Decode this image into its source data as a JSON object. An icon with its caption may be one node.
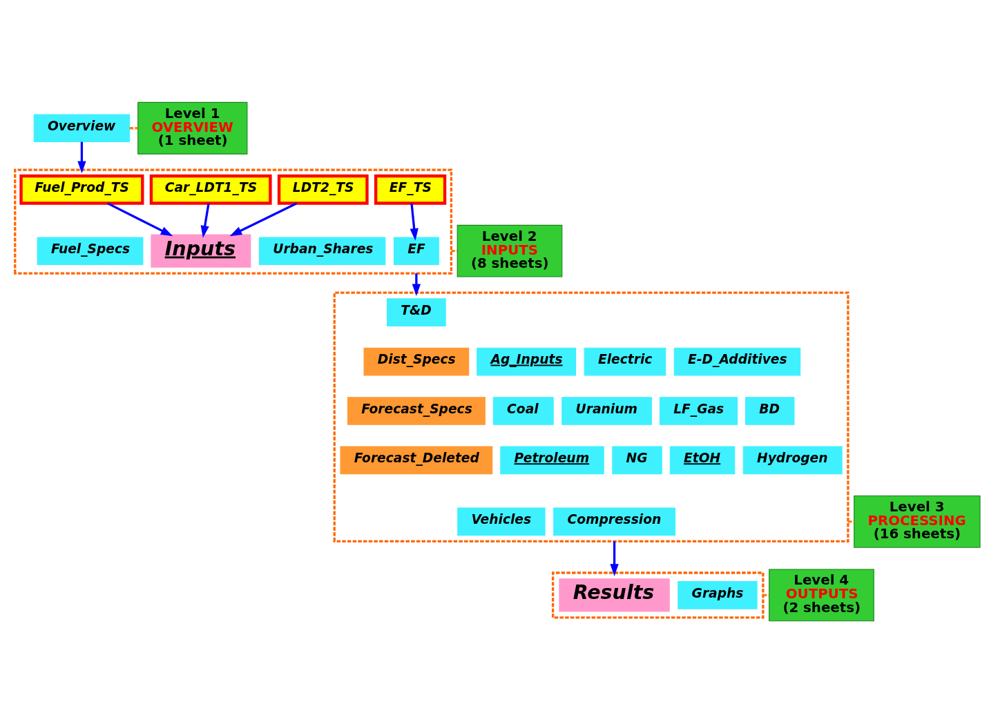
{
  "diagram": {
    "nodes": [
      {
        "text": [
          "Overview"
        ]
      },
      {
        "text": [
          "Level 1",
          "OVERVIEW",
          "(1 sheet)"
        ]
      },
      {
        "text": [],
        "shape": "box"
      },
      {
        "text": [
          "Fuel_Prod_TS"
        ],
        "in": 2
      },
      {
        "text": [
          "Car_LDT1_TS"
        ],
        "in": 2
      },
      {
        "text": [
          "LDT2_TS"
        ],
        "in": 2
      },
      {
        "text": [
          "EF_TS"
        ],
        "in": 2
      },
      {
        "text": [
          "Fuel_Specs"
        ],
        "in": 2
      },
      {
        "text": [
          "Inputs"
        ],
        "in": 2
      },
      {
        "text": [
          "Urban_Shares"
        ],
        "in": 2
      },
      {
        "text": [
          "EF"
        ],
        "in": 2
      },
      {
        "text": [
          "Level 2",
          "INPUTS",
          "(8 sheets)"
        ]
      },
      {
        "text": [],
        "shape": "box"
      },
      {
        "text": [
          "T&D"
        ],
        "in": 12
      },
      {
        "text": [
          "Dist_Specs"
        ],
        "in": 12
      },
      {
        "text": [
          "Ag_Inputs"
        ],
        "in": 12
      },
      {
        "text": [
          "Electric"
        ],
        "in": 12
      },
      {
        "text": [
          "E-D_Additives"
        ],
        "in": 12
      },
      {
        "text": [
          "Forecast_Specs"
        ],
        "in": 12
      },
      {
        "text": [
          "Coal"
        ],
        "in": 12
      },
      {
        "text": [
          "Uranium"
        ],
        "in": 12
      },
      {
        "text": [
          "LF_Gas"
        ],
        "in": 12
      },
      {
        "text": [
          "BD"
        ],
        "in": 12
      },
      {
        "text": [
          "Forecast_Deleted"
        ],
        "in": 12
      },
      {
        "text": [
          "Petroleum"
        ],
        "in": 12
      },
      {
        "text": [
          "NG"
        ],
        "in": 12
      },
      {
        "text": [
          "EtOH"
        ],
        "in": 12
      },
      {
        "text": [
          "Hydrogen"
        ],
        "in": 12
      },
      {
        "text": [
          "Vehicles"
        ],
        "in": 12
      },
      {
        "text": [
          "Compression"
        ],
        "in": 12
      },
      {
        "text": [
          "Level 3",
          "PROCESSING",
          "(16 sheets)"
        ]
      },
      {
        "text": [],
        "shape": "box"
      },
      {
        "text": [
          "Results"
        ],
        "in": 31
      },
      {
        "text": [
          "Graphs"
        ],
        "in": 31
      },
      {
        "text": [
          "Level 4",
          "OUTPUTS",
          "(2 sheets)"
        ]
      }
    ],
    "edges": [
      {
        "from": 0,
        "to": 2,
        "arrow": "to"
      },
      {
        "from": 0,
        "to": 1,
        "arrow": "none",
        "style": "dashed",
        "color": "#ff8000"
      },
      {
        "from": 3,
        "to": 8,
        "arrow": "to"
      },
      {
        "from": 4,
        "to": 8,
        "arrow": "to"
      },
      {
        "from": 5,
        "to": 8,
        "arrow": "to"
      },
      {
        "from": 6,
        "to": 10,
        "arrow": "to"
      },
      {
        "from": 2,
        "to": 11,
        "arrow": "none",
        "style": "dashed",
        "color": "#ff8000"
      },
      {
        "from": 2,
        "to": 12,
        "arrow": "to"
      },
      {
        "from": 12,
        "to": 30,
        "arrow": "none",
        "style": "dashed",
        "color": "#ff8000"
      },
      {
        "from": 12,
        "to": 31,
        "arrow": "to"
      },
      {
        "from": 31,
        "to": 34,
        "arrow": "none",
        "style": "dashed",
        "color": "#ff8000"
      }
    ]
  }
}
